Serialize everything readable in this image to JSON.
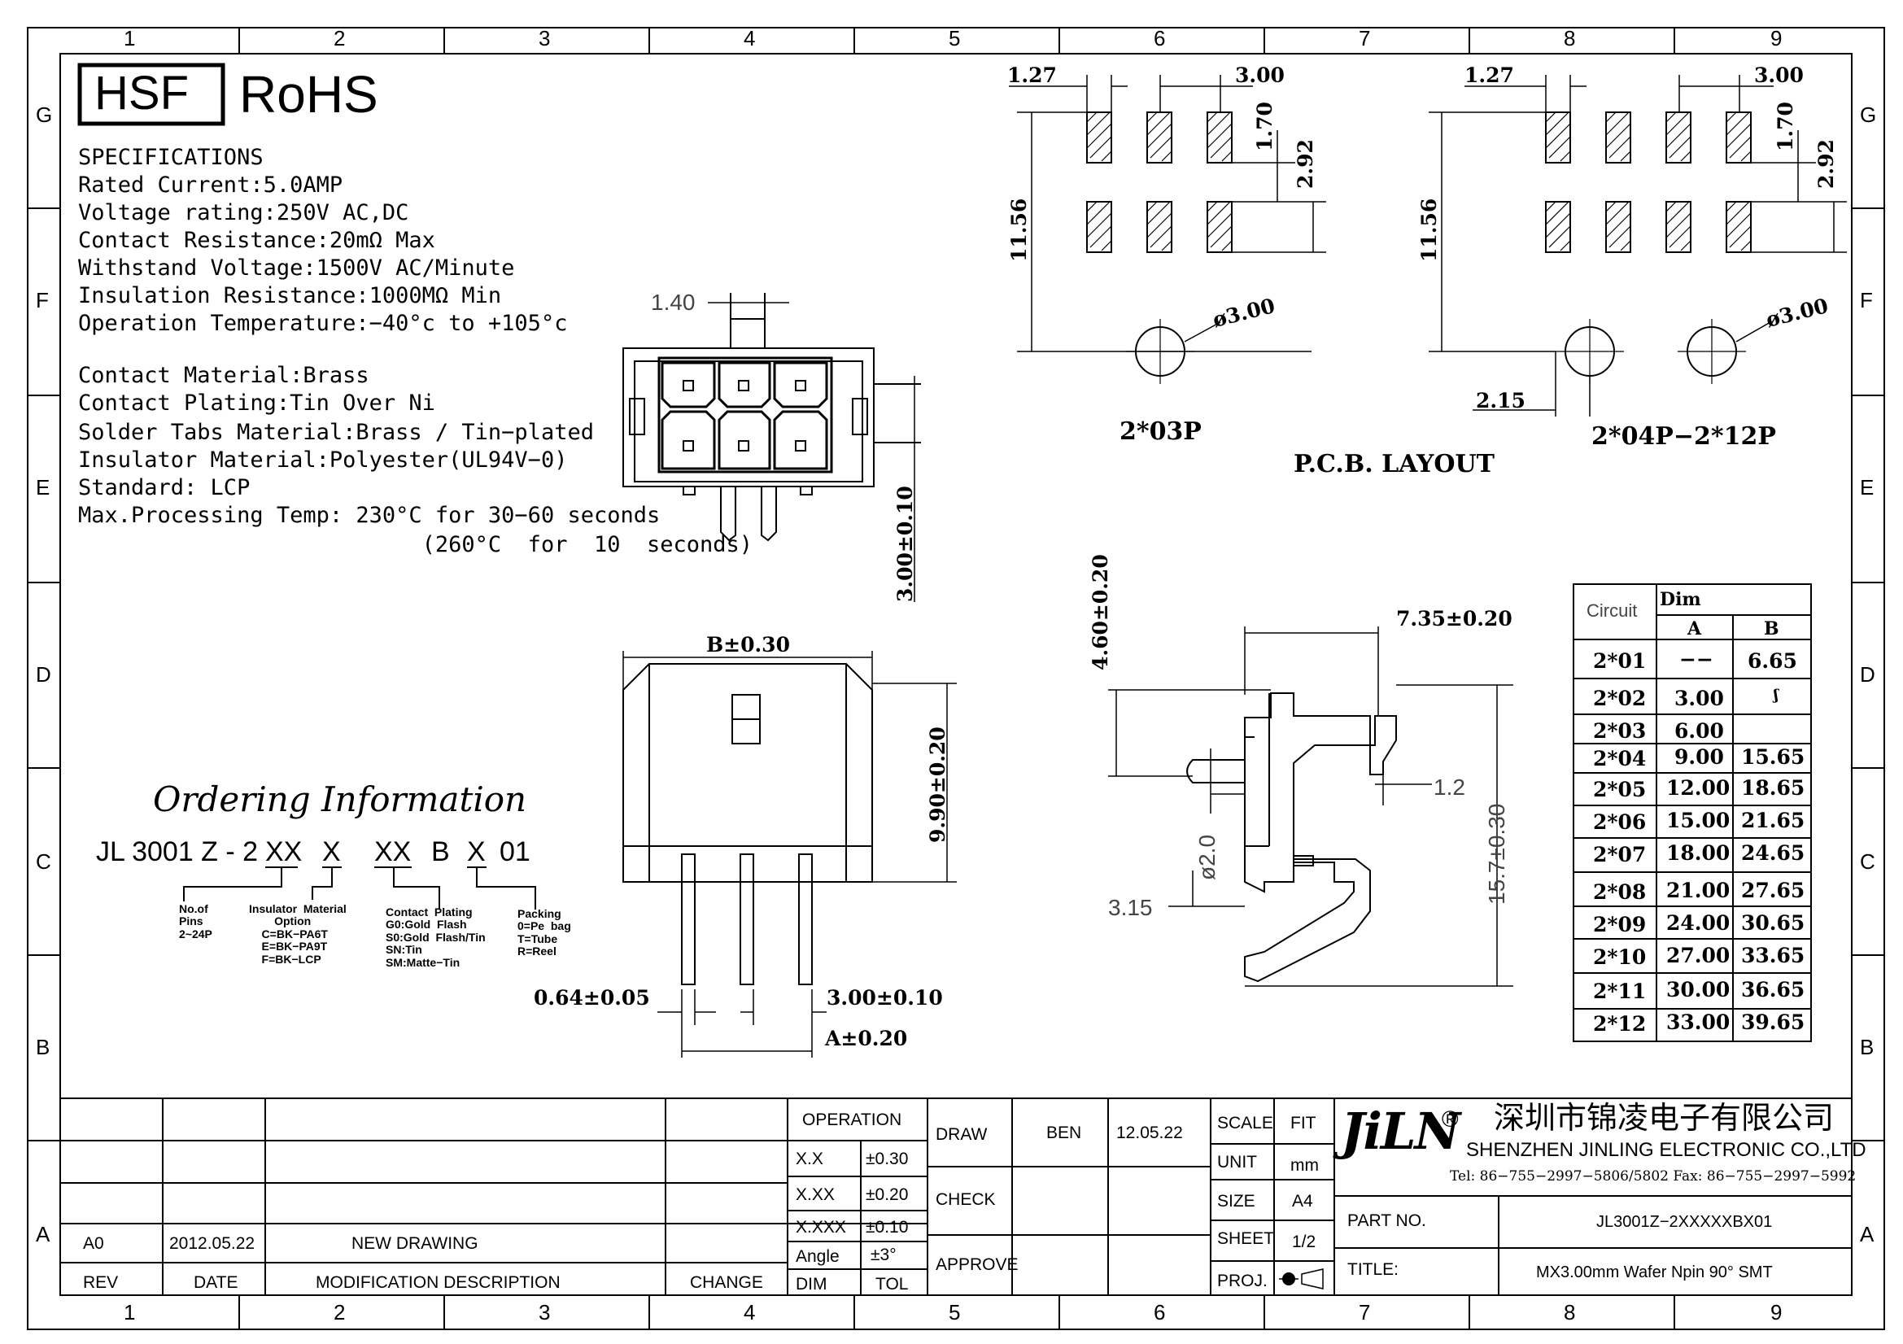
{
  "border": {
    "columns": [
      "1",
      "2",
      "3",
      "4",
      "5",
      "6",
      "7",
      "8",
      "9"
    ],
    "rows": [
      "G",
      "F",
      "E",
      "D",
      "C",
      "B",
      "A"
    ]
  },
  "logos": {
    "hsf": "HSF",
    "rohs": "RoHS"
  },
  "specifications": {
    "heading": "SPECIFICATIONS",
    "lines": [
      "Rated  Current:5.0AMP",
      "Voltage  rating:250V AC,DC",
      "Contact  Resistance:20mΩ  Max",
      "Withstand  Voltage:1500V AC/Minute",
      "Insulation  Resistance:1000MΩ  Min",
      "Operation  Temperature:−40°c  to  +105°c"
    ],
    "materials": [
      "Contact  Material:Brass",
      "Contact  Plating:Tin  Over  Ni",
      "Solder  Tabs  Material:Brass  /  Tin−plated",
      "Insulator  Material:Polyester(UL94V−0)",
      "Standard:          LCP",
      "Max.Processing  Temp:  230°C  for  30−60  seconds",
      "                          (260°C  for  10  seconds)"
    ]
  },
  "ordering": {
    "title": "Ordering Information",
    "code_parts": [
      "JL 3001 Z - 2",
      "XX",
      "X",
      "XX",
      "B",
      "X",
      "01"
    ],
    "notes": {
      "pins": "No.of\nPins\n2~24P",
      "insulator": "Insulator  Material\n        Option\n    C=BK−PA6T\n    E=BK−PA9T\n    F=BK−LCP",
      "plating": "Contact  Plating\nG0:Gold  Flash\nS0:Gold  Flash/Tin\nSN:Tin\nSM:Matte−Tin",
      "packing": "Packing\n0=Pe  bag\nT=Tube\nR=Reel"
    }
  },
  "pcb": {
    "title": "P.C.B.  LAYOUT",
    "left_label": "2*03P",
    "right_label": "2*04P−2*12P",
    "dims": {
      "pitch_a": "1.27",
      "pitch_b": "3.00",
      "pad_h": "1.70",
      "row_gap": "2.92",
      "height": "11.56",
      "hole": "ø3.00",
      "offset": "2.15"
    }
  },
  "views": {
    "front_top_dim": "1.40",
    "front_side_dim": "3.00±0.10",
    "b_dim": "B±0.30",
    "height_dim": "9.90±0.20",
    "pin_width": "0.64±0.05",
    "pitch": "3.00±0.10",
    "a_dim": "A±0.20",
    "side_top": "4.60±0.20",
    "side_width": "7.35±0.20",
    "side_12": "1.2",
    "side_20": "ø2.0",
    "side_315": "3.15",
    "side_157": "15.7±0.30"
  },
  "dim_table": {
    "header_circuit": "Circuit",
    "header_dim": "Dim",
    "header_a": "A",
    "header_b": "B",
    "rows": [
      {
        "c": "2*01",
        "a": "−−",
        "b": "6.65"
      },
      {
        "c": "2*02",
        "a": "3.00",
        "b": "ʃ"
      },
      {
        "c": "2*03",
        "a": "6.00",
        "b": ""
      },
      {
        "c": "2*04",
        "a": "9.00",
        "b": "15.65"
      },
      {
        "c": "2*05",
        "a": "12.00",
        "b": "18.65"
      },
      {
        "c": "2*06",
        "a": "15.00",
        "b": "21.65"
      },
      {
        "c": "2*07",
        "a": "18.00",
        "b": "24.65"
      },
      {
        "c": "2*08",
        "a": "21.00",
        "b": "27.65"
      },
      {
        "c": "2*09",
        "a": "24.00",
        "b": "30.65"
      },
      {
        "c": "2*10",
        "a": "27.00",
        "b": "33.65"
      },
      {
        "c": "2*11",
        "a": "30.00",
        "b": "36.65"
      },
      {
        "c": "2*12",
        "a": "33.00",
        "b": "39.65"
      }
    ]
  },
  "title_block": {
    "rev": "A0",
    "date": "2012.05.22",
    "desc": "NEW  DRAWING",
    "col_rev": "REV",
    "col_date": "DATE",
    "col_desc": "MODIFICATION  DESCRIPTION",
    "col_change": "CHANGE",
    "operation": "OPERATION",
    "tol_rows": [
      {
        "k": "X.X",
        "v": "±0.30"
      },
      {
        "k": "X.XX",
        "v": "±0.20"
      },
      {
        "k": "X.XXX",
        "v": "±0.10"
      },
      {
        "k": "Angle",
        "v": "±3°"
      },
      {
        "k": "DIM",
        "v": "TOL"
      }
    ],
    "draw": "DRAW",
    "check": "CHECK",
    "approve": "APPROVE",
    "drawer": "BEN",
    "draw_date": "12.05.22",
    "scale_k": "SCALE",
    "scale_v": "FIT",
    "unit_k": "UNIT",
    "unit_v": "mm",
    "size_k": "SIZE",
    "size_v": "A4",
    "sheet_k": "SHEET",
    "sheet_v": "1/2",
    "proj_k": "PROJ.",
    "company_logo": "JiLN",
    "company_cn": "深圳市锦凌电子有限公司",
    "company_en": "SHENZHEN JINLING ELECTRONIC CO.,LTD",
    "company_tel": "Tel: 86−755−2997−5806/5802    Fax: 86−755−2997−5992",
    "part_no_k": "PART  NO.",
    "part_no_v": "JL3001Z−2XXXXXBX01",
    "title_k": "TITLE:",
    "title_v": "MX3.00mm  Wafer  Npin  90°  SMT"
  }
}
